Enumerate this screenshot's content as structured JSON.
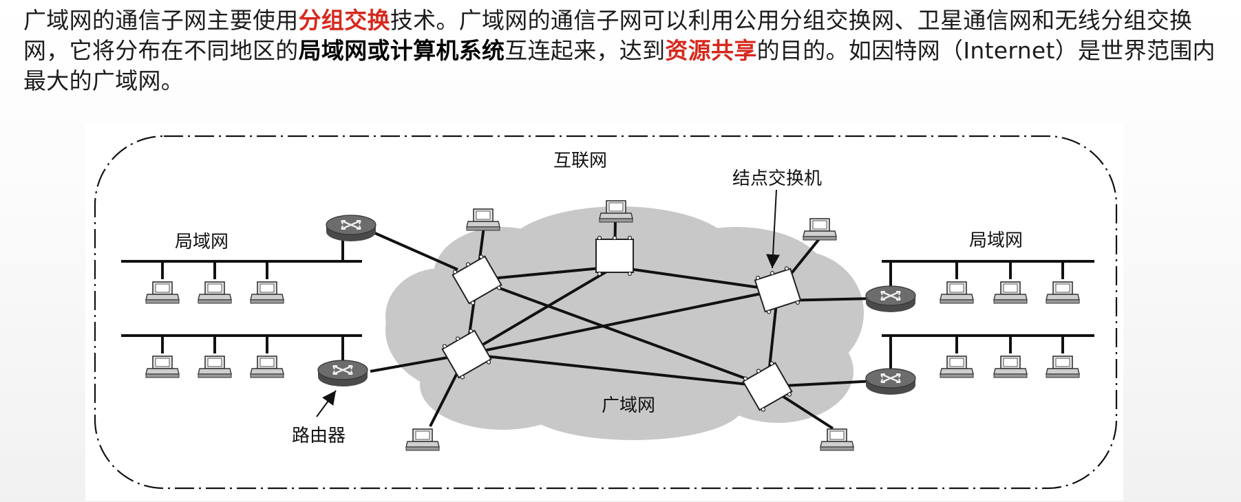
{
  "paragraph": {
    "s1": "广域网的通信子网主要使用",
    "s2": "分组交换",
    "s3": "技术。广域网的通信子网可以利用公用分组交换网、卫星通信网和无线分组交换网，它将分布在不同地区的",
    "s4": "局域网或计算机系统",
    "s5": "互连起来，达到",
    "s6": "资源共享",
    "s7": "的目的。如因特网（Internet）是世界范围内最大的广域网。"
  },
  "colors": {
    "highlight": "#d6281e",
    "cloud": "#cfcfcf",
    "router": "#555555"
  },
  "diagram": {
    "label_internet": "互联网",
    "label_node_switch": "结点交换机",
    "label_lan_left": "局域网",
    "label_lan_right": "局域网",
    "label_router": "路由器",
    "label_wan": "广域网"
  }
}
